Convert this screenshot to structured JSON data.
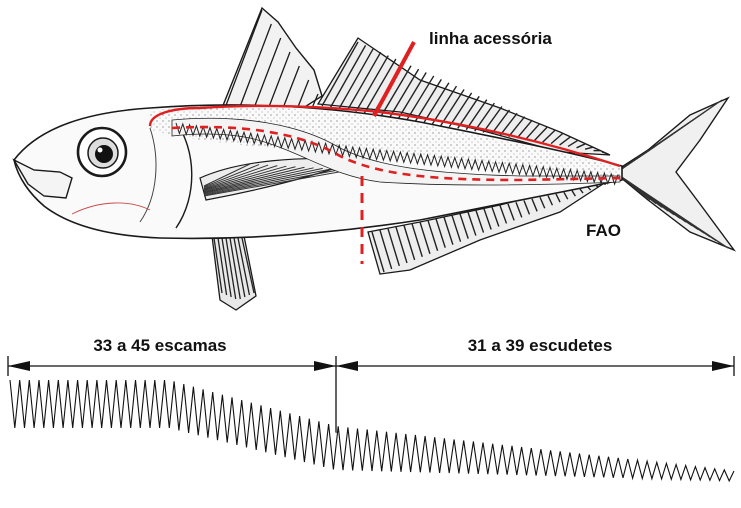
{
  "labels": {
    "accessory_line": "linha acessória",
    "credit": "FAO",
    "scales_range": "33 a 45 escamas",
    "scutes_range": "31 a 39 escudetes"
  },
  "colors": {
    "lateral_line_marker": "#e02020",
    "ink": "#1a1a1a",
    "fin_fill": "#f4f4f4"
  }
}
